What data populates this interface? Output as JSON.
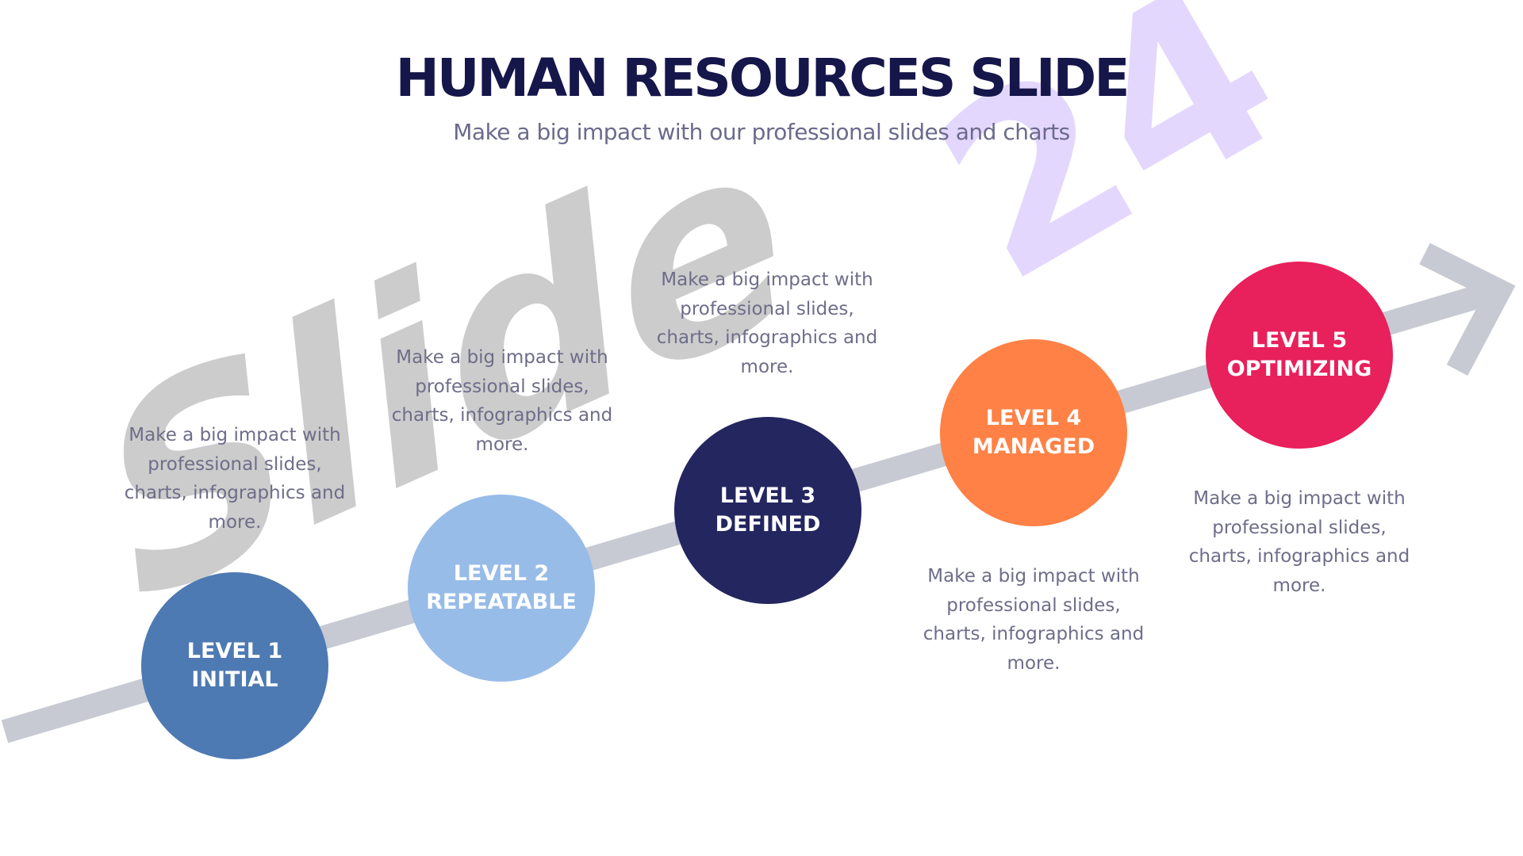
{
  "header": {
    "title": "HUMAN RESOURCES SLIDE",
    "subtitle": "Make a big impact with our professional slides and charts"
  },
  "colors": {
    "arrow": "#c7cad3",
    "level1": "#4e7ab3",
    "level2": "#98bce8",
    "level3": "#23265f",
    "level4": "#ff8146",
    "level5": "#e8205b",
    "title": "#15164a",
    "text": "#6e6d8a"
  },
  "levels": [
    {
      "line1": "LEVEL 1",
      "line2": "INITIAL",
      "description": "Make a big impact with professional slides, charts, infographics and more."
    },
    {
      "line1": "LEVEL 2",
      "line2": "REPEATABLE",
      "description": "Make a big impact with professional slides, charts, infographics and more."
    },
    {
      "line1": "LEVEL 3",
      "line2": "DEFINED",
      "description": "Make a big impact with professional slides, charts, infographics and more."
    },
    {
      "line1": "LEVEL 4",
      "line2": "MANAGED",
      "description": "Make a big impact with professional slides, charts, infographics and more."
    },
    {
      "line1": "LEVEL 5",
      "line2": "OPTIMIZING",
      "description": "Make a big impact with professional slides, charts, infographics and more."
    }
  ],
  "watermark": {
    "word": "Slide",
    "number": "24"
  }
}
